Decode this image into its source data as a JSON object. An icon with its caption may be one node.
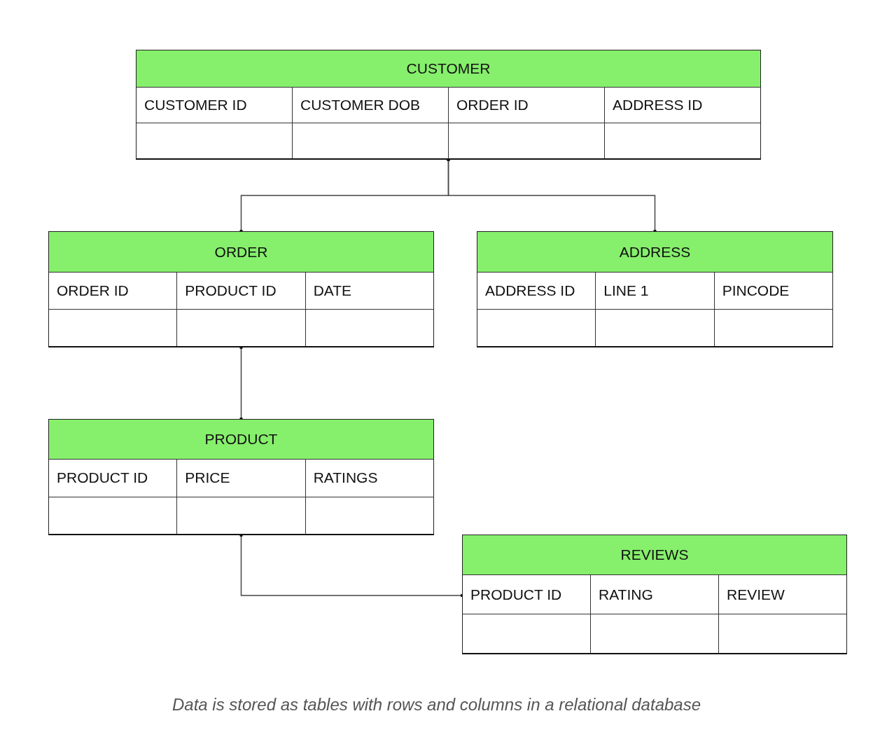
{
  "diagram": {
    "caption": "Data is stored as tables with rows and columns in a relational database",
    "nodes": [
      {
        "text": [
          "CUSTOMER",
          "CUSTOMER ID",
          "CUSTOMER DOB",
          "ORDER ID",
          "ADDRESS ID"
        ]
      },
      {
        "text": [
          "ORDER",
          "ORDER ID",
          "PRODUCT ID",
          "DATE"
        ]
      },
      {
        "text": [
          "ADDRESS",
          "ADDRESS ID",
          "LINE 1",
          "PINCODE"
        ]
      },
      {
        "text": [
          "PRODUCT",
          "PRODUCT ID",
          "PRICE",
          "RATINGS"
        ]
      },
      {
        "text": [
          "REVIEWS",
          "PRODUCT ID",
          "RATING",
          "REVIEW"
        ]
      }
    ],
    "edges": [
      {
        "from": 0,
        "to": 1,
        "arrow": "other"
      },
      {
        "from": 0,
        "to": 2,
        "arrow": "other"
      },
      {
        "from": 1,
        "to": 3,
        "arrow": "other"
      },
      {
        "from": 3,
        "to": 4,
        "arrow": "other"
      }
    ]
  }
}
